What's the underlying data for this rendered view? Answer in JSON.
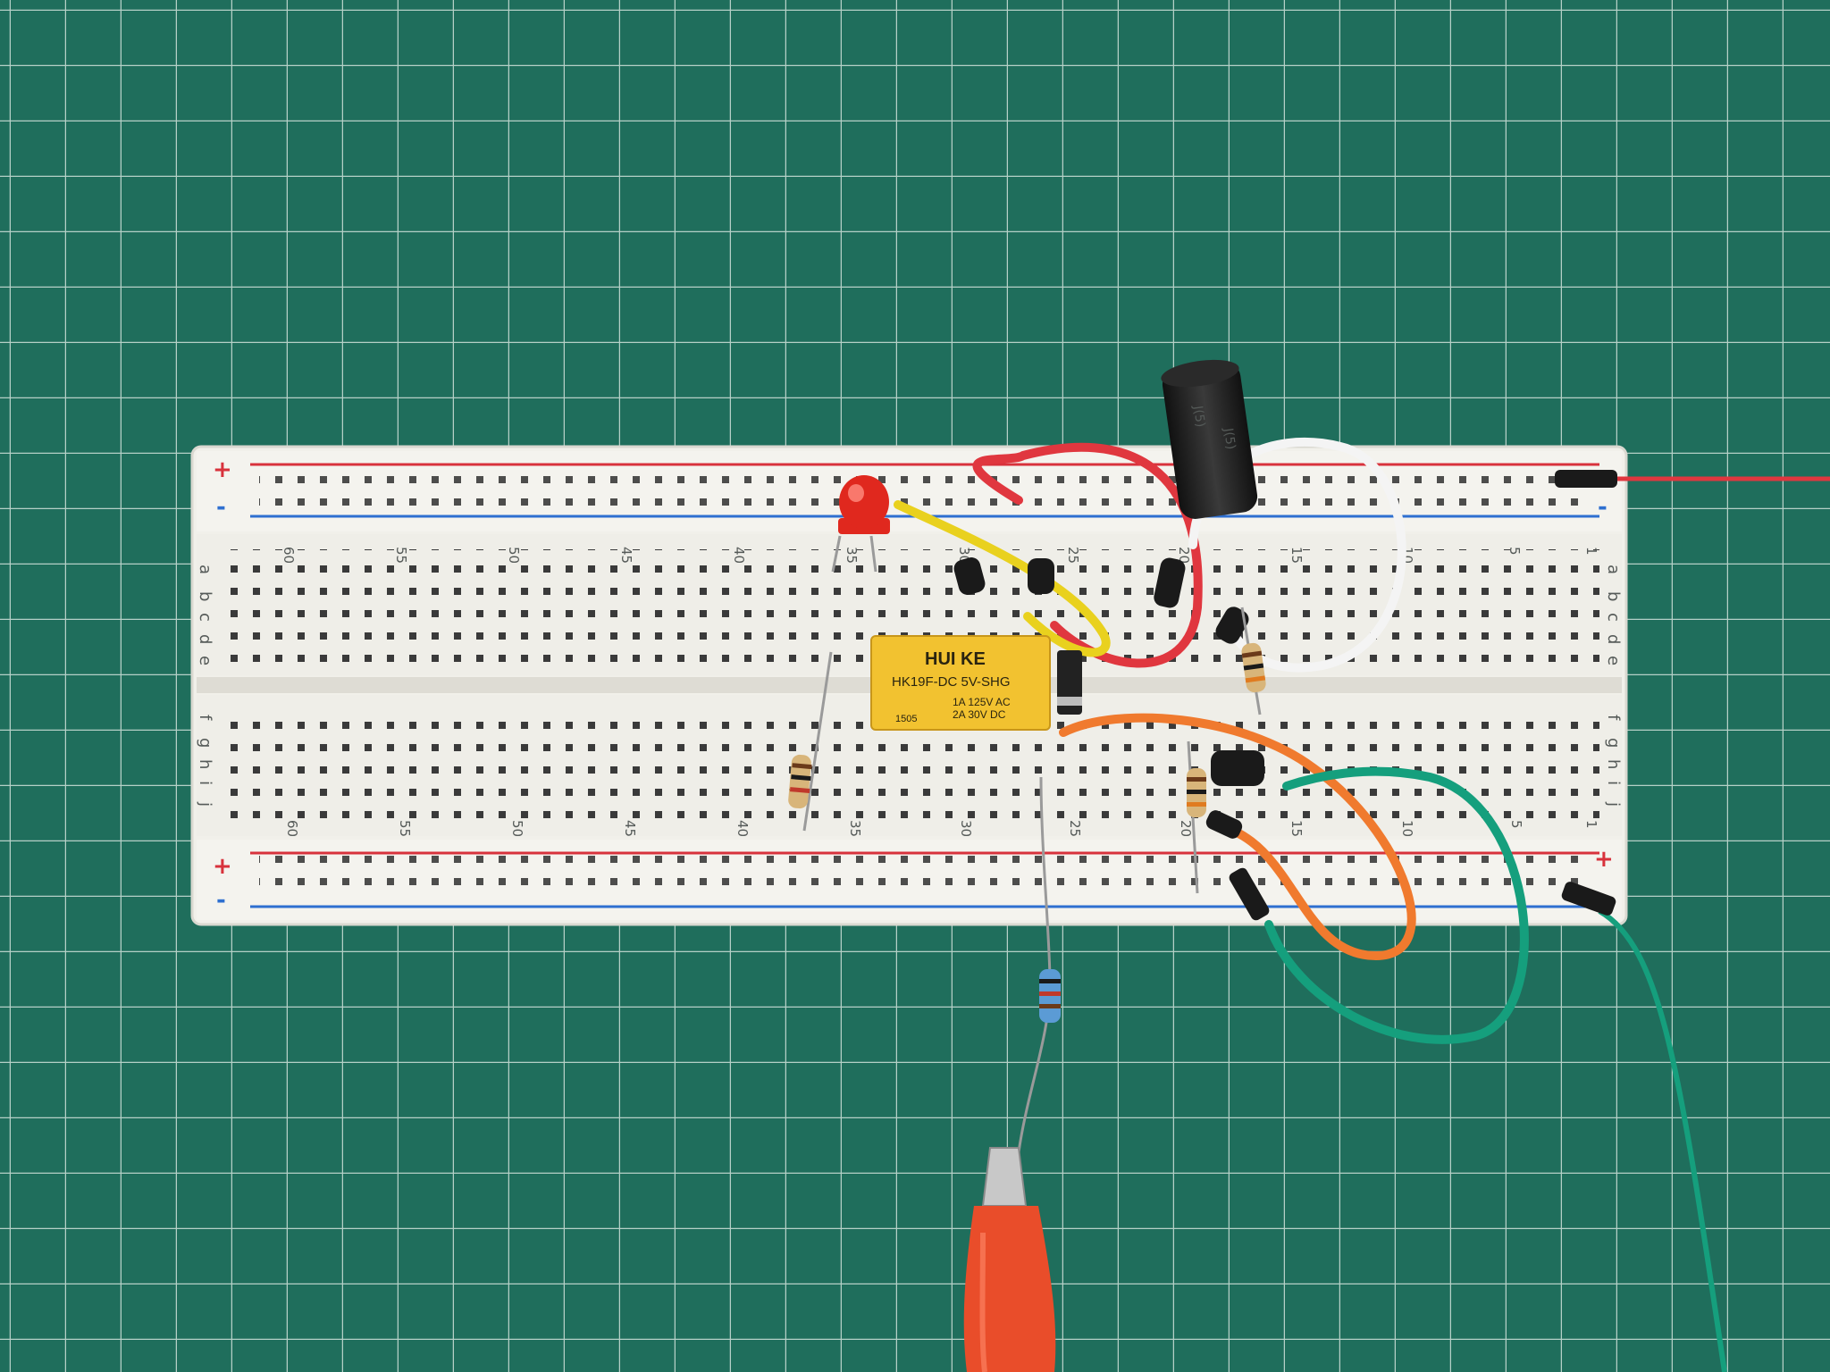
{
  "colors": {
    "mat": "#1f6e5c",
    "mat_grid": "#cfe2da",
    "breadboard": "#f1f0ea",
    "hole": "#3a3a3a",
    "rail_red": "#d8323c",
    "rail_blue": "#2e6fd0",
    "relay": "#f2c230",
    "wire_red": "#e0373f",
    "wire_white": "#f4f4f4",
    "wire_yellow": "#e9d11e",
    "wire_orange": "#f07a2e",
    "wire_green": "#159f7d",
    "led": "#e0281e",
    "clip": "#e94d2a"
  },
  "breadboard": {
    "rail_signs": {
      "plus": "+",
      "minus": "-"
    },
    "column_numbers_top": [
      "60",
      "55",
      "50",
      "45",
      "40",
      "35",
      "30",
      "25",
      "20",
      "15",
      "10",
      "5",
      "1"
    ],
    "column_numbers_bottom": [
      "60",
      "55",
      "50",
      "45",
      "40",
      "35",
      "30",
      "25",
      "20",
      "15",
      "10",
      "5",
      "1"
    ],
    "row_letters_top": [
      "a",
      "b",
      "c",
      "d",
      "e"
    ],
    "row_letters_bottom": [
      "f",
      "g",
      "h",
      "i",
      "j"
    ]
  },
  "components": {
    "relay": {
      "brand": "HUI KE",
      "model": "HK19F-DC 5V-SHG",
      "rating_ac": "1A 125V AC",
      "rating_dc": "2A 30V DC",
      "code": "1505"
    },
    "capacitor": {
      "marking_1": "J(5)",
      "marking_2": "J(5)"
    },
    "icons": [
      "led-icon",
      "resistor-icon",
      "diode-icon",
      "transistor-icon",
      "capacitor-icon",
      "alligator-clip-icon",
      "jumper-wire-icon"
    ]
  }
}
